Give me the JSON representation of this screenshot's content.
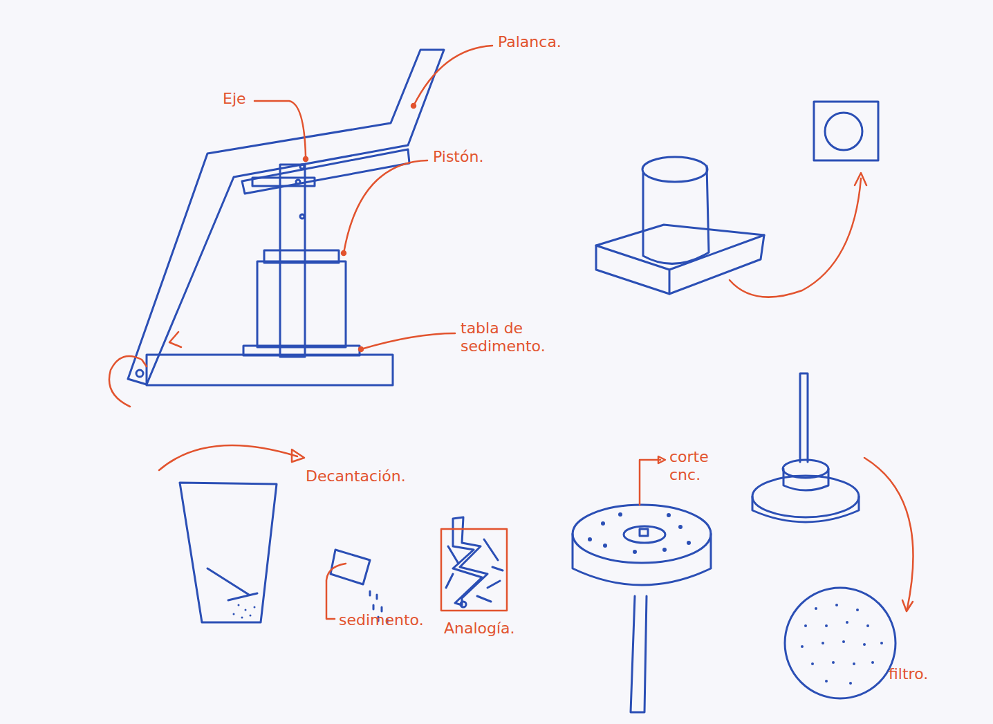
{
  "diagram": {
    "labels": [
      "Eje",
      "Palanca.",
      "Pistón.",
      "tabla de sedimento.",
      "Decantación.",
      "sedimento.",
      "Analogía.",
      "corte cnc.",
      "filtro."
    ]
  }
}
